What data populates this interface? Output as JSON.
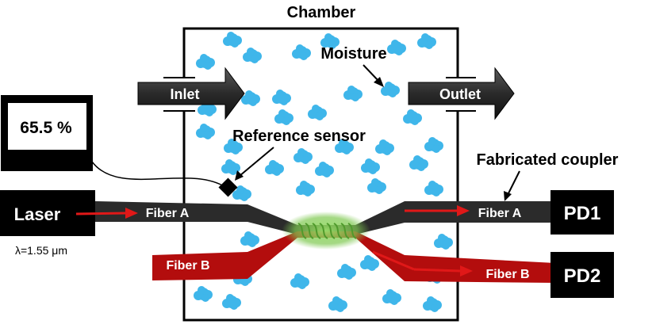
{
  "title": "Chamber",
  "labels": {
    "moisture": "Moisture",
    "inlet": "Inlet",
    "outlet": "Outlet",
    "reference_sensor": "Reference sensor",
    "fabricated_coupler": "Fabricated coupler",
    "meter_reading": "65.5 %",
    "laser": "Laser",
    "wavelength": "λ=1.55 μm",
    "fiber_a_left": "Fiber A",
    "fiber_a_right": "Fiber A",
    "fiber_b_left": "Fiber B",
    "fiber_b_right": "Fiber B",
    "pd1": "PD1",
    "pd2": "PD2"
  },
  "colors": {
    "droplet": "#3fb6ea",
    "fiber_a": "#2b2b2b",
    "fiber_b": "#b30d0d",
    "arrow_red": "#e01818",
    "coupler_glow": "#7ec850",
    "box_black": "#000000"
  }
}
